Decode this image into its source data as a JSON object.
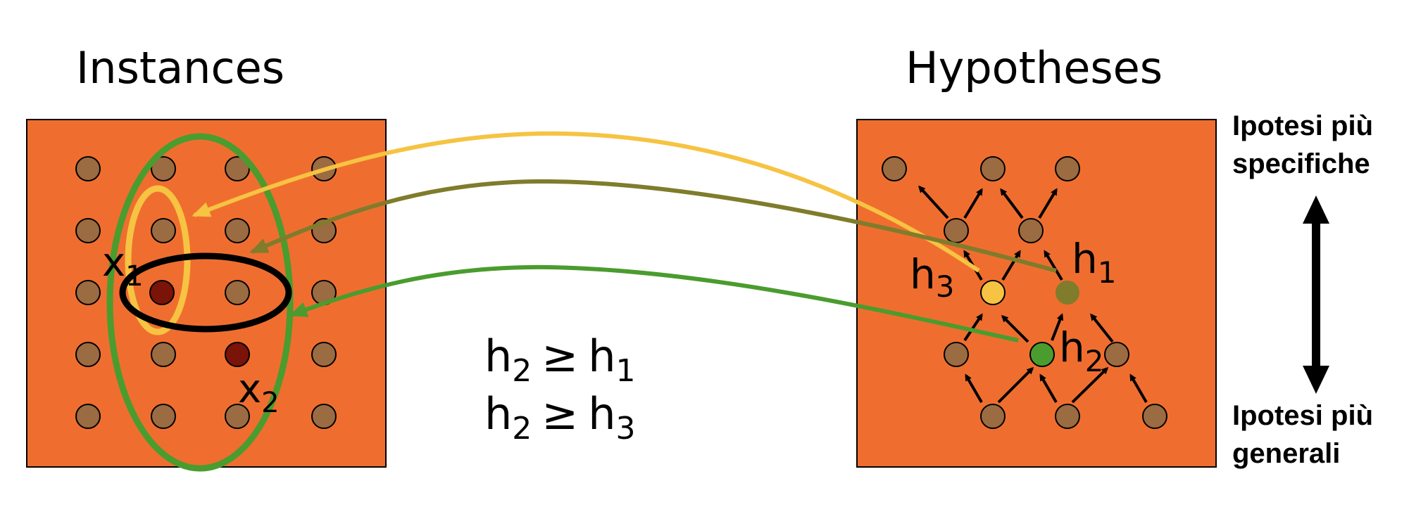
{
  "left_panel": {
    "title": "Instances",
    "label_x1_base": "x",
    "label_x1_sub": "1",
    "label_x2_base": "x",
    "label_x2_sub": "2"
  },
  "right_panel": {
    "title": "Hypotheses",
    "label_h1_base": "h",
    "label_h1_sub": "1",
    "label_h2_base": "h",
    "label_h2_sub": "2",
    "label_h3_base": "h",
    "label_h3_sub": "3"
  },
  "relations": [
    {
      "lhs_base": "h",
      "lhs_sub": "2",
      "op": "≥",
      "rhs_base": "h",
      "rhs_sub": "1"
    },
    {
      "lhs_base": "h",
      "lhs_sub": "2",
      "op": "≥",
      "rhs_base": "h",
      "rhs_sub": "3"
    }
  ],
  "axis": {
    "top_line1": "Ipotesi più",
    "top_line2": "specifiche",
    "bottom_line1": "Ipotesi più",
    "bottom_line2": "generali"
  },
  "colors": {
    "panel": "#ef6e2f",
    "dot": "#9b6b42",
    "dot_dark_red": "#7a1308",
    "yellow": "#f6c342",
    "olive": "#7f7c2c",
    "green": "#4a9c2e",
    "black": "#000000"
  }
}
